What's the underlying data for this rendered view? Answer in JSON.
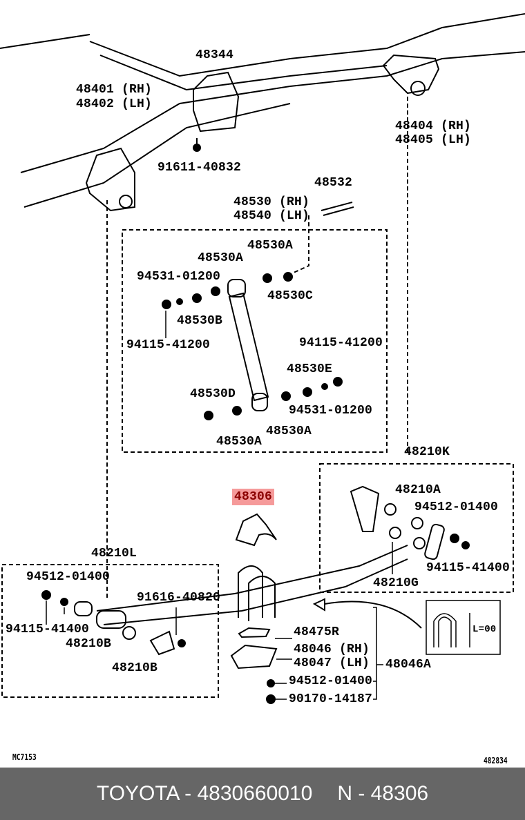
{
  "diagram": {
    "labels": {
      "l48344": "48344",
      "l48401": "48401 (RH)",
      "l48402": "48402 (LH)",
      "l48404": "48404 (RH)",
      "l48405": "48405 (LH)",
      "l91611": "91611-40832",
      "l48532": "48532",
      "l48530rh": "48530 (RH)",
      "l48540lh": "48540 (LH)",
      "l48530a_1": "48530A",
      "l48530a_2": "48530A",
      "l94531_1": "94531-01200",
      "l48530c": "48530C",
      "l48530b": "48530B",
      "l94115_41200_1": "94115-41200",
      "l94115_41200_2": "94115-41200",
      "l48530e": "48530E",
      "l48530d": "48530D",
      "l94531_2": "94531-01200",
      "l48530a_3": "48530A",
      "l48530a_4": "48530A",
      "l48210k": "48210K",
      "l48306": "48306",
      "l48210a": "48210A",
      "l94512_1": "94512-01400",
      "l48210l": "48210L",
      "l94115_41400_1": "94115-41400",
      "l94512_2": "94512-01400",
      "l48210g": "48210G",
      "l91616": "91616-40820",
      "l94115_41400_2": "94115-41400",
      "l48210b_1": "48210B",
      "l48475r": "48475R",
      "l48046": "48046 (RH)",
      "l48047": "48047 (LH)",
      "l48046a": "48046A",
      "l48210b_2": "48210B",
      "l94512_3": "94512-01400",
      "l90170": "90170-14187",
      "inset_length": "L=00"
    },
    "diagram_code": "MC7153",
    "diagram_ref": "482834",
    "highlight_color": "#f59a9a"
  },
  "footer": {
    "brand_part": "TOYOTA - 4830660010",
    "ref": "N - 48306"
  }
}
